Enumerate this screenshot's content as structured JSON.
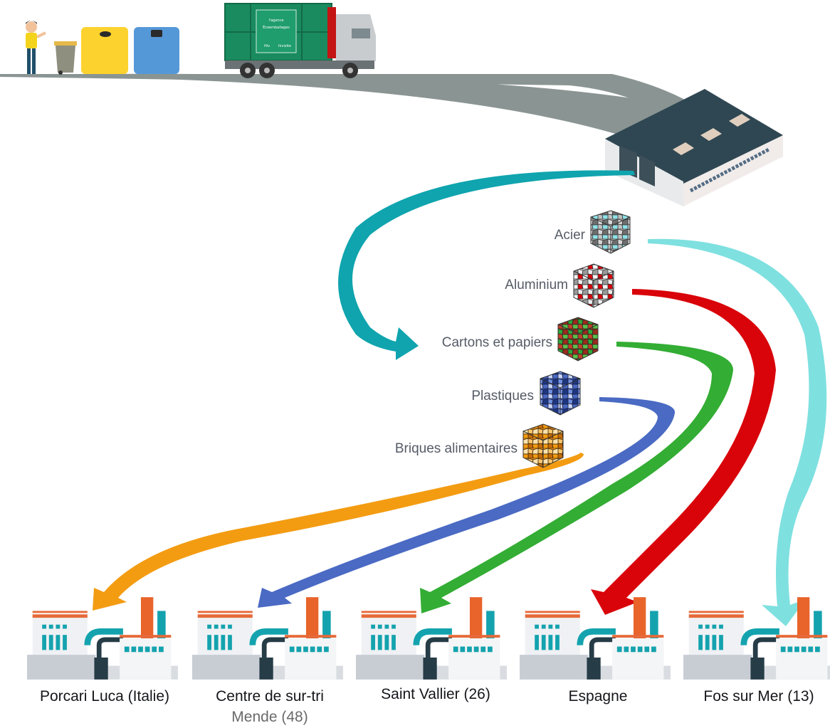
{
  "colors": {
    "road": "#8a9593",
    "sorting_arrow": "#0fa4ae",
    "acier": "#7fe0e0",
    "aluminium": "#d9030a",
    "cartons": "#33ad34",
    "plastiques": "#4a6ac3",
    "briques": "#f39c12",
    "truck_body": "#1a8b5f",
    "bin_yellow": "#fcd22e",
    "bin_blue": "#5598d8",
    "bin_grey": "#8f8f7f",
    "factory_teal": "#14a3ae",
    "factory_orange": "#e8642a",
    "roof_dark": "#2f4752"
  },
  "collection": {
    "person_icon": "person-recycling-icon",
    "bins": [
      "grey-bin-icon",
      "yellow-container-icon",
      "blue-container-icon"
    ],
    "truck_icon": "garbage-truck-icon",
    "truck_lines": [
      "l'agence",
      "Écoemballages",
      "Hiv",
      "hivizite"
    ],
    "sorting_center_icon": "sorting-warehouse-icon"
  },
  "materials": [
    {
      "id": "acier",
      "label": "Acier",
      "icon": "steel-bale-icon"
    },
    {
      "id": "aluminium",
      "label": "Aluminium",
      "icon": "aluminium-bale-icon"
    },
    {
      "id": "cartons",
      "label": "Cartons et papiers",
      "icon": "cardboard-bale-icon"
    },
    {
      "id": "plastiques",
      "label": "Plastiques",
      "icon": "plastic-bale-icon"
    },
    {
      "id": "briques",
      "label": "Briques alimentaires",
      "icon": "carton-brick-bale-icon"
    }
  ],
  "destinations": [
    {
      "id": "porcari",
      "label": "Porcari Luca (Italie)",
      "sub": "",
      "material": "briques"
    },
    {
      "id": "centre",
      "label": "Centre de sur-tri",
      "sub": "Mende (48)",
      "material": "plastiques"
    },
    {
      "id": "saint-vallier",
      "label": "Saint Vallier (26)",
      "sub": "",
      "material": "cartons"
    },
    {
      "id": "espagne",
      "label": "Espagne",
      "sub": "",
      "material": "aluminium"
    },
    {
      "id": "fos",
      "label": "Fos sur Mer (13)",
      "sub": "",
      "material": "acier"
    }
  ]
}
